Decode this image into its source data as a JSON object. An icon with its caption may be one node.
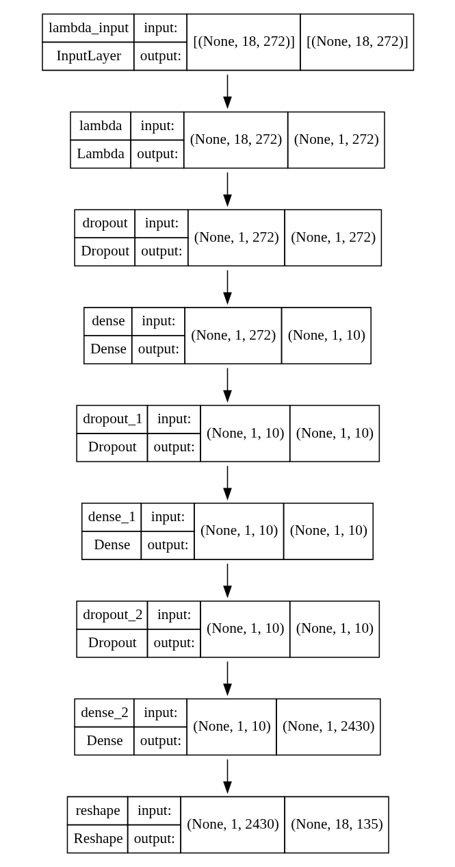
{
  "diagram": {
    "nodes": [
      {
        "text": [
          "lambda_input",
          "input:",
          "[(None, 18, 272)]",
          "[(None, 18, 272)]",
          "InputLayer",
          "output:"
        ]
      },
      {
        "text": [
          "lambda",
          "input:",
          "(None, 18, 272)",
          "(None, 1, 272)",
          "Lambda",
          "output:"
        ]
      },
      {
        "text": [
          "dropout",
          "input:",
          "(None, 1, 272)",
          "(None, 1, 272)",
          "Dropout",
          "output:"
        ]
      },
      {
        "text": [
          "dense",
          "input:",
          "(None, 1, 272)",
          "(None, 1, 10)",
          "Dense",
          "output:"
        ]
      },
      {
        "text": [
          "dropout_1",
          "input:",
          "(None, 1, 10)",
          "(None, 1, 10)",
          "Dropout",
          "output:"
        ]
      },
      {
        "text": [
          "dense_1",
          "input:",
          "(None, 1, 10)",
          "(None, 1, 10)",
          "Dense",
          "output:"
        ]
      },
      {
        "text": [
          "dropout_2",
          "input:",
          "(None, 1, 10)",
          "(None, 1, 10)",
          "Dropout",
          "output:"
        ]
      },
      {
        "text": [
          "dense_2",
          "input:",
          "(None, 1, 10)",
          "(None, 1, 2430)",
          "Dense",
          "output:"
        ]
      },
      {
        "text": [
          "reshape",
          "input:",
          "(None, 1, 2430)",
          "(None, 18, 135)",
          "Reshape",
          "output:"
        ]
      }
    ],
    "edges": [
      {
        "from": 0,
        "to": 1,
        "arrow": "to"
      },
      {
        "from": 1,
        "to": 2,
        "arrow": "to"
      },
      {
        "from": 2,
        "to": 3,
        "arrow": "to"
      },
      {
        "from": 3,
        "to": 4,
        "arrow": "to"
      },
      {
        "from": 4,
        "to": 5,
        "arrow": "to"
      },
      {
        "from": 5,
        "to": 6,
        "arrow": "to"
      },
      {
        "from": 6,
        "to": 7,
        "arrow": "to"
      },
      {
        "from": 7,
        "to": 8,
        "arrow": "to"
      }
    ]
  }
}
